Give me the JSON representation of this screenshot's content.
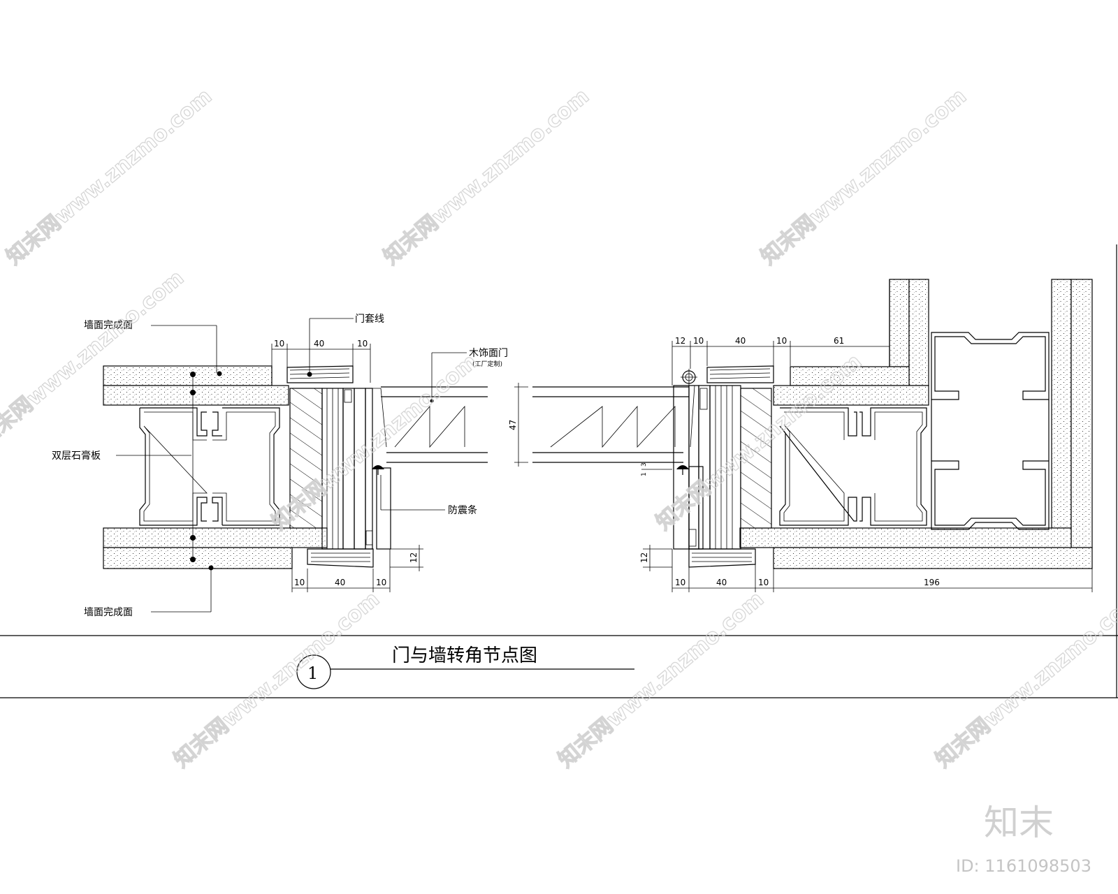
{
  "labels": {
    "wall_finish_top": "墙面完成面",
    "door_casing": "门套线",
    "wood_veneer_door": "木饰面门",
    "wood_veneer_door_note": "(工厂定制)",
    "double_gypsum": "双层石膏板",
    "shock_strip": "防震条",
    "wall_finish_bottom": "墙面完成面"
  },
  "dimensions": {
    "left_top": [
      "10",
      "40",
      "10"
    ],
    "left_bottom": [
      "10",
      "40",
      "10"
    ],
    "left_side": "12",
    "right_top": [
      "12",
      "10",
      "40",
      "10",
      "61"
    ],
    "right_bottom": [
      "10",
      "40",
      "10",
      "196"
    ],
    "right_side": "12",
    "door_thickness": "47",
    "gap_a": "3",
    "gap_b": "1"
  },
  "title_block": {
    "number": "1",
    "title": "门与墙转角节点图"
  },
  "watermark": {
    "text": "知末网www.znzmo.com",
    "brand": "知末",
    "id": "ID: 1161098503"
  }
}
